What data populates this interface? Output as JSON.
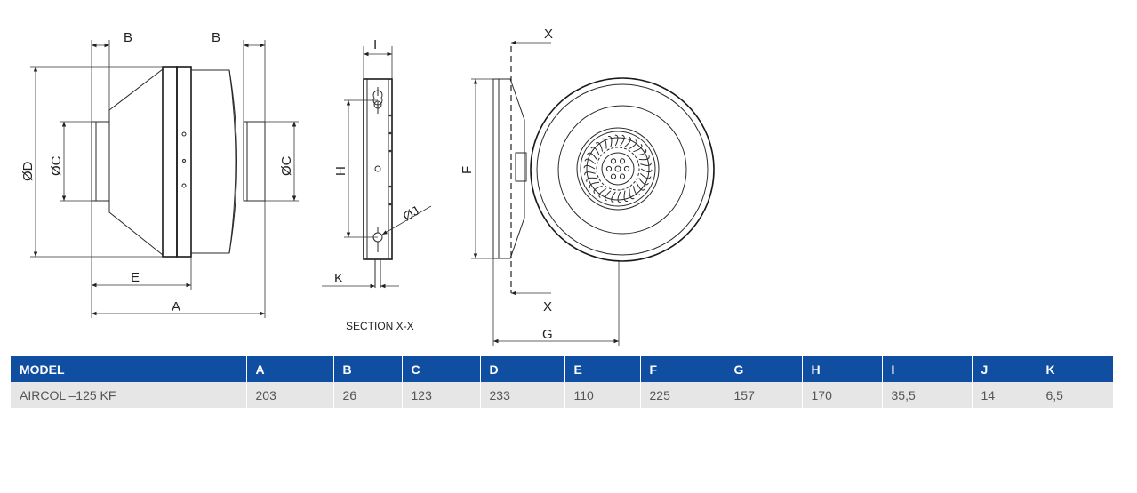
{
  "drawing": {
    "labels": {
      "A": "A",
      "B_left": "B",
      "B_right": "B",
      "D": "ØD",
      "C_left": "ØC",
      "C_right": "ØC",
      "E": "E",
      "I": "I",
      "H": "H",
      "K": "K",
      "J": "ØJ",
      "F": "F",
      "G": "G",
      "X_top": "X",
      "X_bottom": "X"
    },
    "section_caption": "SECTION X-X"
  },
  "table": {
    "headers": [
      "MODEL",
      "A",
      "B",
      "C",
      "D",
      "E",
      "F",
      "G",
      "H",
      "I",
      "J",
      "K"
    ],
    "rows": [
      [
        "AIRCOL –125 KF",
        "203",
        "26",
        "123",
        "233",
        "110",
        "225",
        "157",
        "170",
        "35,5",
        "14",
        "6,5"
      ]
    ]
  }
}
